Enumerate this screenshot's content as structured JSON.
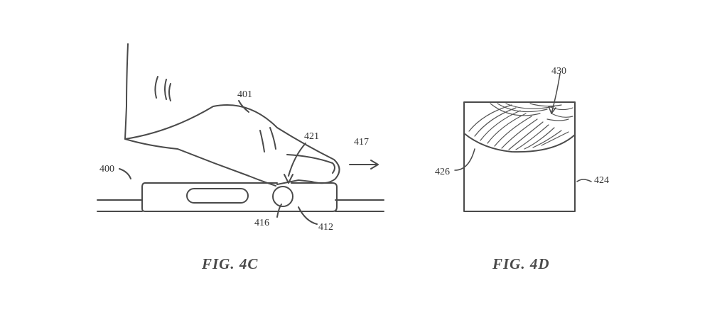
{
  "figures": {
    "fig_4c": {
      "caption": "FIG. 4C",
      "labels": {
        "device": "400",
        "finger": "401",
        "crown": "412",
        "crown_surface": "416",
        "arrow_direction": "417",
        "press_force": "421"
      }
    },
    "fig_4d": {
      "caption": "FIG. 4D",
      "labels": {
        "fingerprint": "430",
        "contact_boundary": "426",
        "sensor_area": "424"
      }
    }
  },
  "colors": {
    "line": "#4a4a4a",
    "background": "#ffffff"
  }
}
